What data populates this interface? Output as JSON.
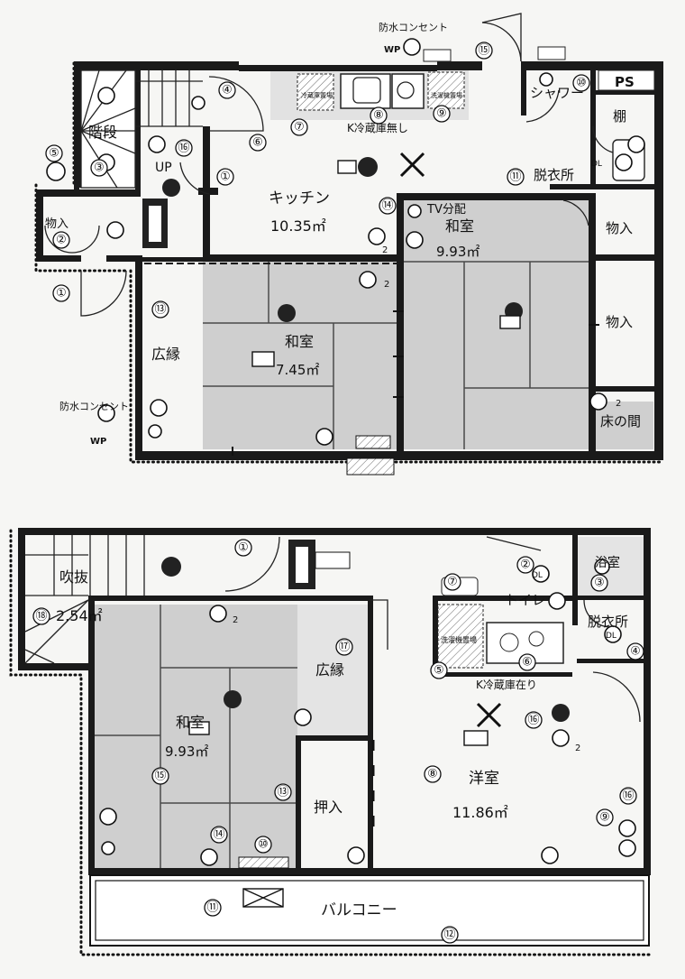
{
  "floor1": {
    "waterproof_outlet_top": "防水コンセント",
    "waterproof_outlet_left": "防水コンセント",
    "wp_top": "WP",
    "wp_left": "WP",
    "stairs": "階段",
    "up": "UP",
    "storage_small": "物入",
    "kitchen": "キッチン",
    "kitchen_area": "10.35㎡",
    "fridge_note": "K冷蔵庫無し",
    "fridge_space": "冷蔵庫置場",
    "washer_space": "洗濯機置場",
    "shower": "シャワー",
    "ps": "PS",
    "shelf": "棚",
    "changing": "脱衣所",
    "dl": "DL",
    "tv": "TV分配",
    "washitsu_a": "和室",
    "washitsu_a_area": "9.93㎡",
    "storage_a": "物入",
    "storage_b": "物入",
    "washitsu_b": "和室",
    "washitsu_b_area": "7.45㎡",
    "hiroen": "広縁",
    "tokonoma": "床の間",
    "outlet_mark": "2"
  },
  "floor2": {
    "fukinuke": "吹抜",
    "fukinuke_area": "2.54㎡",
    "washitsu": "和室",
    "washitsu_area": "9.93㎡",
    "hiroen": "広縁",
    "oshiire": "押入",
    "yoshitsu": "洋室",
    "yoshitsu_area": "11.86㎡",
    "toilet": "トイレ",
    "bath": "浴室",
    "changing": "脱衣所",
    "washer_space": "洗濯機置場",
    "fridge_note": "K冷蔵庫在り",
    "dl": "DL",
    "balcony": "バルコニー",
    "outlet_mark": "2"
  },
  "markers": {
    "f1": [
      "①",
      "②",
      "③",
      "④",
      "⑤",
      "⑥",
      "⑦",
      "⑧",
      "⑨",
      "⑩",
      "⑪",
      "⑬",
      "⑭",
      "⑮",
      "⑯",
      "①"
    ],
    "f2": [
      "①",
      "②",
      "③",
      "④",
      "⑤",
      "⑥",
      "⑦",
      "⑧",
      "⑨",
      "⑩",
      "⑪",
      "⑫",
      "⑬",
      "⑭",
      "⑮",
      "⑯",
      "⑰",
      "⑱",
      "⑯"
    ]
  }
}
